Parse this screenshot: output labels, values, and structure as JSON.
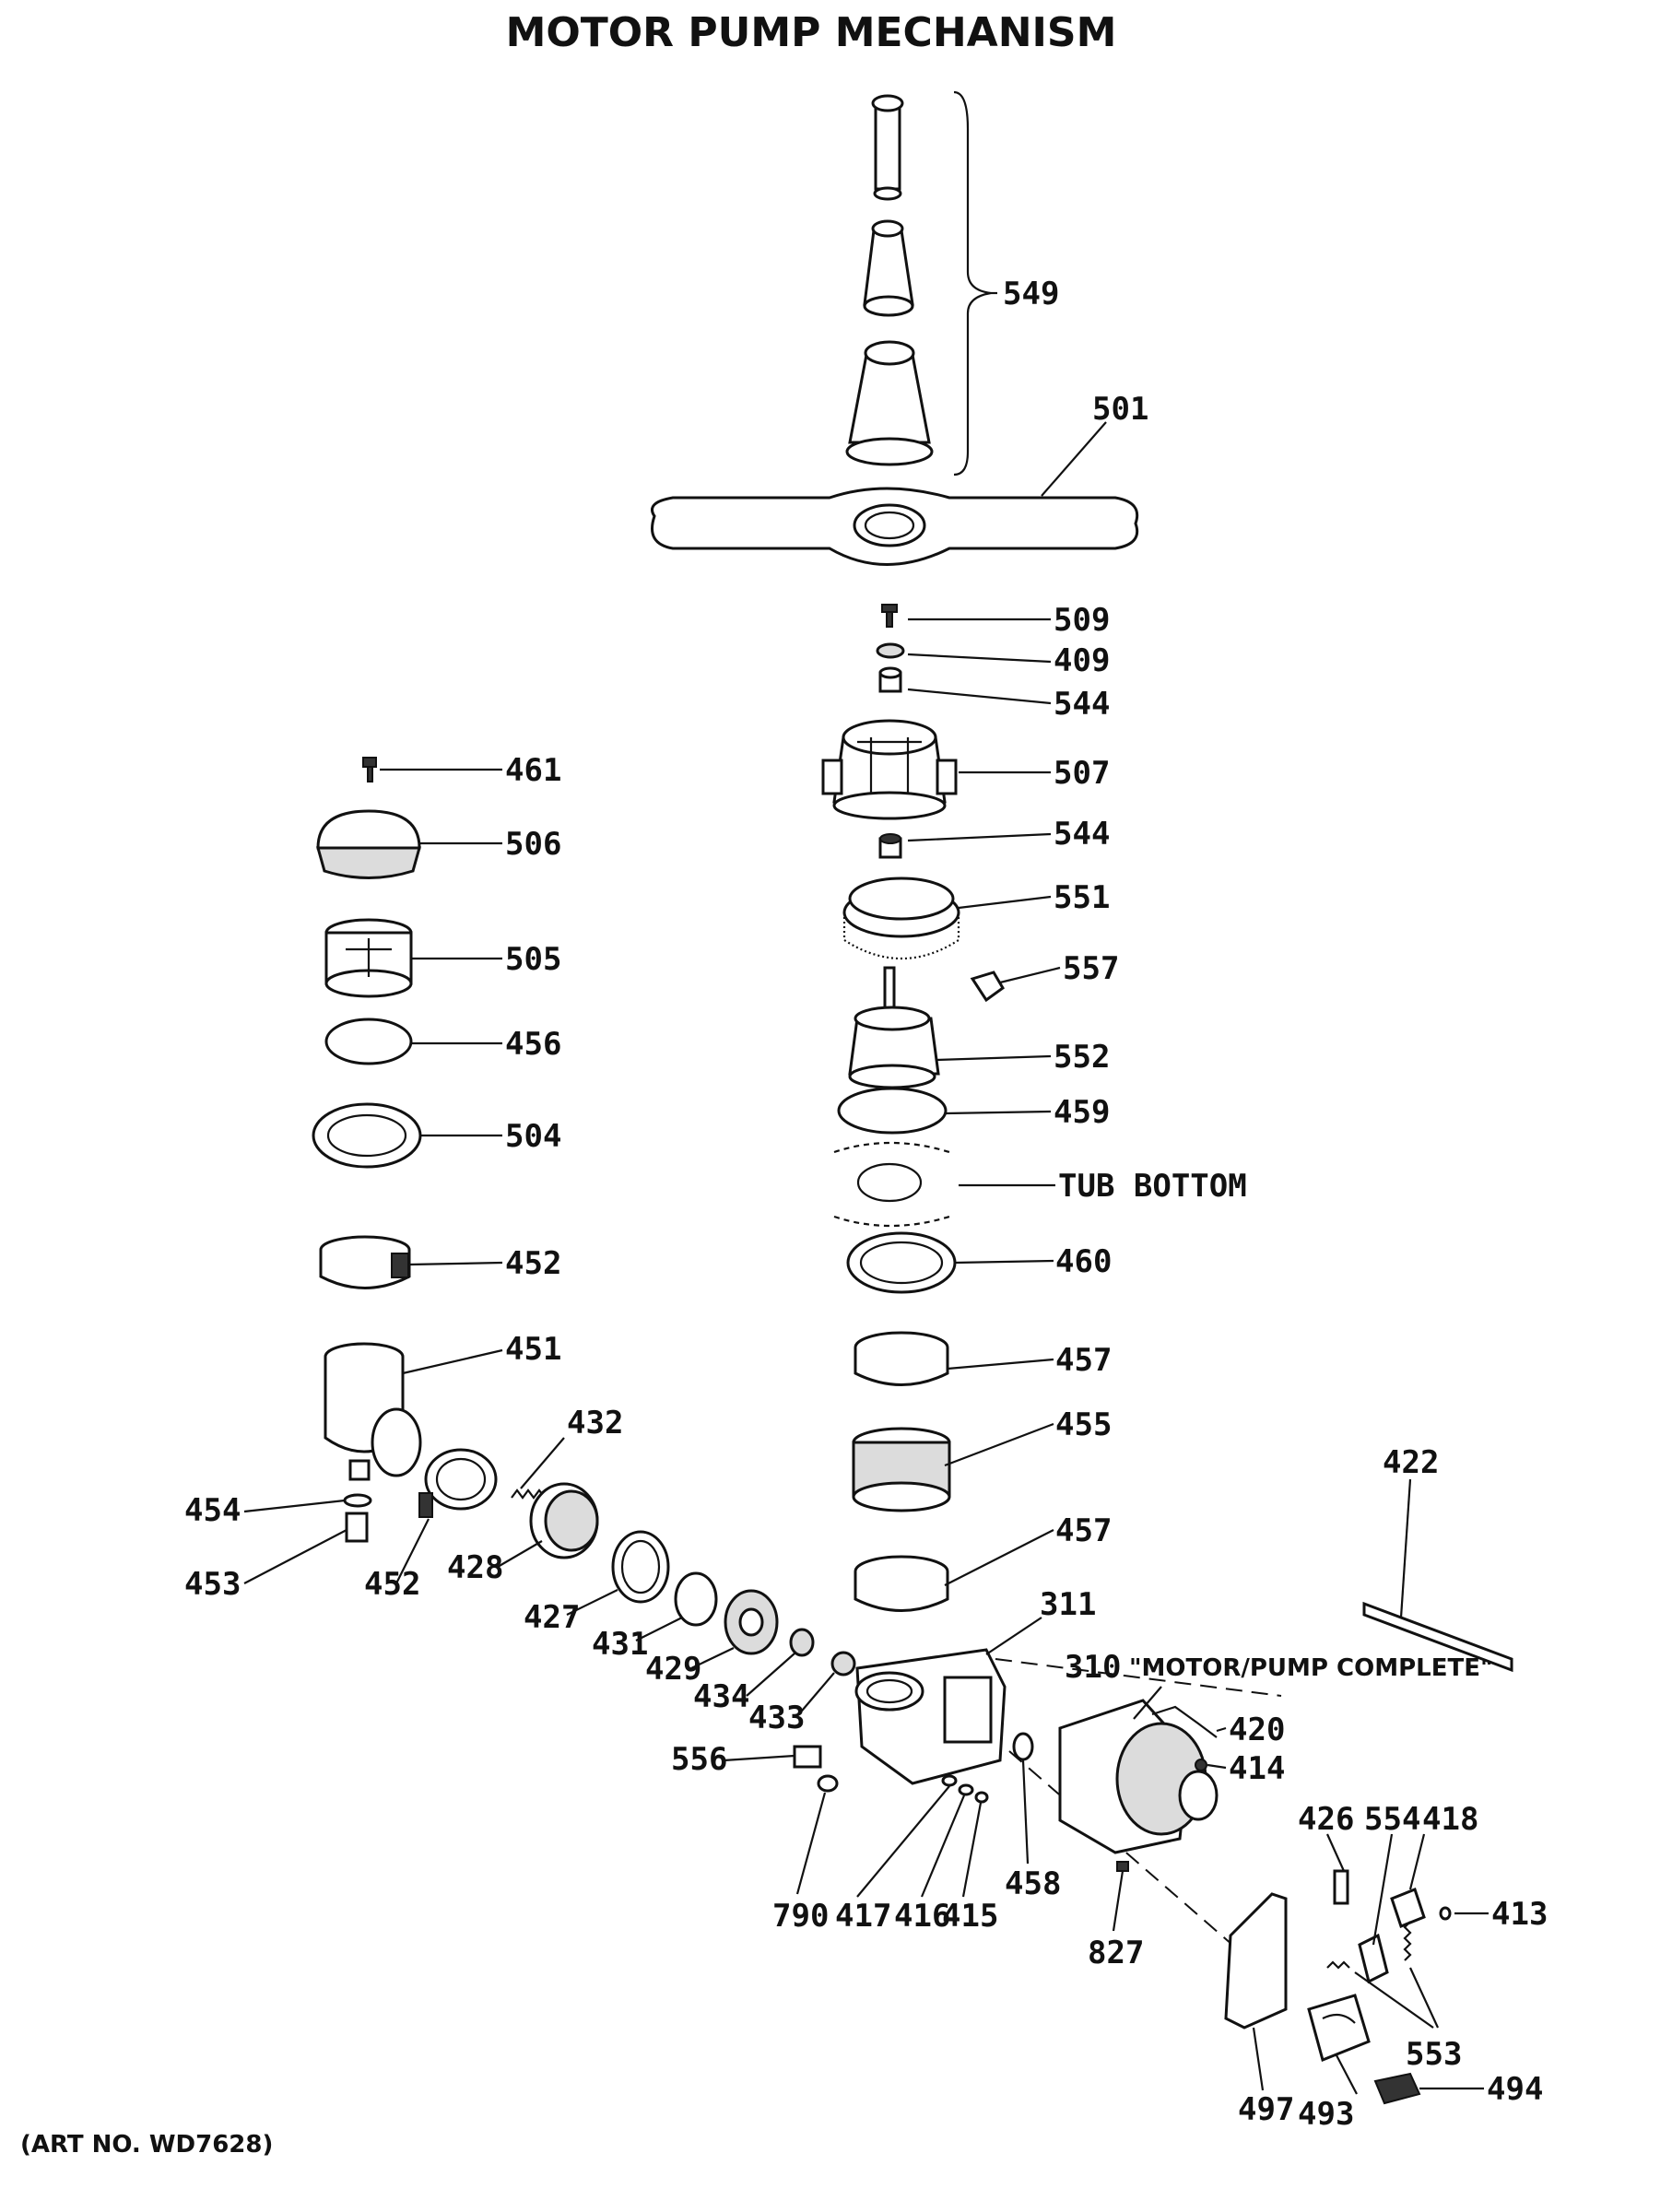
{
  "diagram": {
    "title": "MOTOR PUMP MECHANISM",
    "art_number": "(ART NO. WD7628)",
    "labels": {
      "549": "549",
      "501": "501",
      "509": "509",
      "409": "409",
      "544a": "544",
      "507": "507",
      "544b": "544",
      "551": "551",
      "557": "557",
      "552": "552",
      "459": "459",
      "tub_bottom": "TUB BOTTOM",
      "460": "460",
      "457a": "457",
      "455": "455",
      "457b": "457",
      "461": "461",
      "506": "506",
      "505": "505",
      "456": "456",
      "504": "504",
      "452a": "452",
      "451": "451",
      "432": "432",
      "454": "454",
      "453": "453",
      "452b": "452",
      "428": "428",
      "427": "427",
      "431": "431",
      "429": "429",
      "434": "434",
      "433": "433",
      "311": "311",
      "310": "310",
      "motor_pump_complete": "\"MOTOR/PUMP COMPLETE\"",
      "420": "420",
      "414": "414",
      "422": "422",
      "556": "556",
      "790": "790",
      "417": "417",
      "416": "416",
      "415": "415",
      "458": "458",
      "827": "827",
      "426": "426",
      "554": "554",
      "418": "418",
      "413": "413",
      "553": "553",
      "497": "497",
      "493": "493",
      "494": "494"
    }
  }
}
